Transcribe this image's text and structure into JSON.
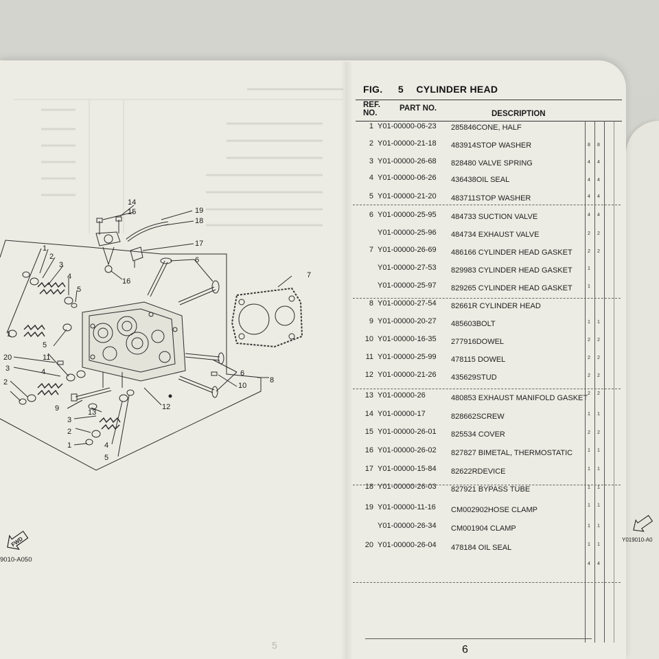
{
  "figure": {
    "label": "FIG.",
    "number": "5",
    "title": "CYLINDER HEAD"
  },
  "table_headers": {
    "ref_no": "REF.\nNO.",
    "part_no": "PART NO.",
    "description": "DESCRIPTION"
  },
  "parts": [
    {
      "ref": "1",
      "part_no": "Y01-00000-06-23",
      "description": "285846CONE, HALF"
    },
    {
      "ref": "2",
      "part_no": "Y01-00000-21-18",
      "description": "483914STOP WASHER"
    },
    {
      "ref": "3",
      "part_no": "Y01-00000-26-68",
      "description": "828480 VALVE SPRING"
    },
    {
      "ref": "4",
      "part_no": "Y01-00000-06-26",
      "description": "436438OIL SEAL"
    },
    {
      "ref": "5",
      "part_no": "Y01-00000-21-20",
      "description": "483711STOP WASHER"
    },
    {
      "ref": "6",
      "part_no": "Y01-00000-25-95",
      "description": "484733 SUCTION VALVE"
    },
    {
      "ref": "",
      "part_no": "Y01-00000-25-96",
      "description": "484734 EXHAUST VALVE"
    },
    {
      "ref": "7",
      "part_no": "Y01-00000-26-69",
      "description": "486166 CYLINDER HEAD GASKET"
    },
    {
      "ref": "",
      "part_no": "Y01-00000-27-53",
      "description": "829983 CYLINDER HEAD GASKET"
    },
    {
      "ref": "",
      "part_no": "Y01-00000-25-97",
      "description": "829265 CYLINDER HEAD GASKET"
    },
    {
      "ref": "8",
      "part_no": "Y01-00000-27-54",
      "description": "82661R CYLINDER HEAD"
    },
    {
      "ref": "9",
      "part_no": "Y01-00000-20-27",
      "description": "485603BOLT"
    },
    {
      "ref": "10",
      "part_no": "Y01-00000-16-35",
      "description": "277916DOWEL"
    },
    {
      "ref": "11",
      "part_no": "Y01-00000-25-99",
      "description": "478115 DOWEL"
    },
    {
      "ref": "12",
      "part_no": "Y01-00000-21-26",
      "description": "435629STUD"
    },
    {
      "ref": "13",
      "part_no": "Y01-00000-26",
      "description": "480853 EXHAUST MANIFOLD GASKET"
    },
    {
      "ref": "14",
      "part_no": "Y01-00000-17",
      "description": "828662SCREW"
    },
    {
      "ref": "15",
      "part_no": "Y01-00000-26-01",
      "description": "825534 COVER"
    },
    {
      "ref": "16",
      "part_no": "Y01-00000-26-02",
      "description": "827827 BIMETAL, THERMOSTATIC"
    },
    {
      "ref": "17",
      "part_no": "Y01-00000-15-84",
      "description": "82622RDEVICE"
    },
    {
      "ref": "18",
      "part_no": "Y01-00000-26-03",
      "description": "827921 BYPASS TUBE"
    },
    {
      "ref": "19",
      "part_no": "Y01-00000-11-16",
      "description": "CM002902HOSE CLAMP"
    },
    {
      "ref": "",
      "part_no": "Y01-00000-26-34",
      "description": "CM001904 CLAMP"
    },
    {
      "ref": "20",
      "part_no": "Y01-00000-26-04",
      "description": "478184 OIL SEAL"
    }
  ],
  "quantities": [
    [
      "8",
      "8"
    ],
    [
      "4",
      "4"
    ],
    [
      "4",
      "4"
    ],
    [
      "4",
      "4"
    ],
    [
      "4",
      "4"
    ],
    [
      "2",
      "2"
    ],
    [
      "2",
      "2"
    ],
    [
      "1",
      ""
    ],
    [
      "1",
      ""
    ],
    [
      "",
      ""
    ],
    [
      "1",
      "1"
    ],
    [
      "2",
      "2"
    ],
    [
      "2",
      "2"
    ],
    [
      "2",
      "2"
    ],
    [
      "2",
      "2"
    ],
    [
      "1",
      "1"
    ],
    [
      "2",
      "2"
    ],
    [
      "1",
      "1"
    ],
    [
      "1",
      "1"
    ],
    [
      "1",
      "1"
    ],
    [
      "1",
      "1"
    ],
    [
      "1",
      "1"
    ],
    [
      "1",
      "1"
    ],
    [
      "4",
      "4"
    ]
  ],
  "diagram": {
    "callouts": [
      "1",
      "2",
      "3",
      "4",
      "5",
      "6",
      "7",
      "8",
      "9",
      "10",
      "11",
      "12",
      "13",
      "14",
      "15",
      "16",
      "17",
      "18",
      "19",
      "20"
    ],
    "fwd_text": "FWD",
    "code": "9010-A050",
    "code_right": "Y019010-A0"
  },
  "page_number": "6",
  "ghost_page_number": "5"
}
